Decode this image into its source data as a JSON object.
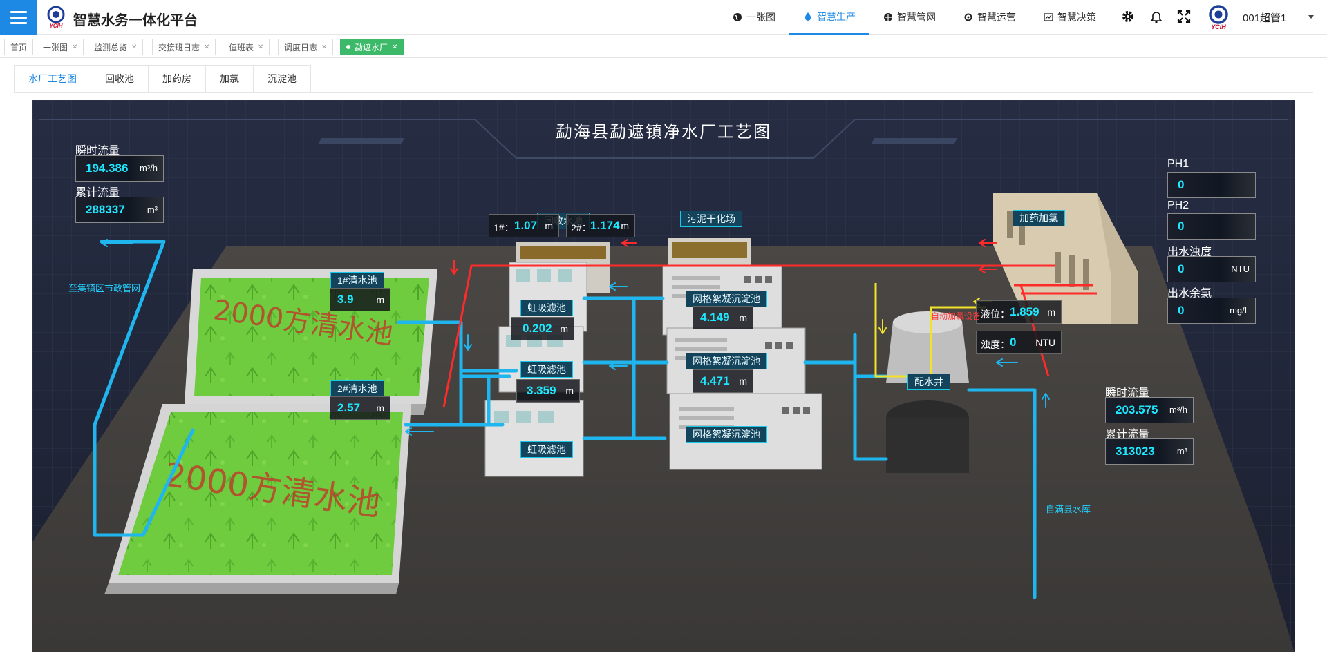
{
  "header": {
    "app_title": "智慧水务一体化平台",
    "nav": [
      {
        "label": "一张图",
        "icon": "globe-icon"
      },
      {
        "label": "智慧生产",
        "icon": "drop-icon",
        "active": true
      },
      {
        "label": "智慧管网",
        "icon": "network-icon"
      },
      {
        "label": "智慧运营",
        "icon": "cog-icon"
      },
      {
        "label": "智慧决策",
        "icon": "chart-icon"
      }
    ],
    "tools": [
      "settings-icon",
      "bell-icon",
      "fullscreen-icon"
    ],
    "user": "001超管1"
  },
  "tags": [
    {
      "label": "首页"
    },
    {
      "label": "一张图"
    },
    {
      "label": "监测总览"
    },
    {
      "label": "交接班日志"
    },
    {
      "label": "值班表"
    },
    {
      "label": "调度日志"
    },
    {
      "label": "勐遮水厂",
      "active": true
    }
  ],
  "subtabs": [
    "水厂工艺图",
    "回收池",
    "加药房",
    "加氯",
    "沉淀池"
  ],
  "diagram": {
    "title": "勐海县勐遮镇净水厂工艺图",
    "left_flow": {
      "instant_label": "瞬时流量",
      "instant_value": "194.386",
      "instant_unit": "m³/h",
      "total_label": "累计流量",
      "total_value": "288337",
      "total_unit": "m³"
    },
    "right_flow": {
      "instant_label": "瞬时流量",
      "instant_value": "203.575",
      "instant_unit": "m³/h",
      "total_label": "累计流量",
      "total_value": "313023",
      "total_unit": "m³"
    },
    "quality": [
      {
        "label": "PH1",
        "value": "0",
        "unit": ""
      },
      {
        "label": "PH2",
        "value": "0",
        "unit": ""
      },
      {
        "label": "出水浊度",
        "value": "0",
        "unit": "NTU"
      },
      {
        "label": "出水余氯",
        "value": "0",
        "unit": "mg/L"
      }
    ],
    "facilities": {
      "recycle_pool": "回收水池",
      "sludge_yard": "污泥干化场",
      "dosing": "加药加氯",
      "clear_pool_1": "1#清水池",
      "clear_pool_2": "2#清水池",
      "siphon_filter": "虹吸滤池",
      "sedimentation": "网格絮凝沉淀池",
      "distribution_well": "配水井"
    },
    "pool_painted_text": "2000方清水池",
    "readings": {
      "recycle_1_label": "1#：",
      "recycle_1_value": "1.07",
      "recycle_1_unit": "m",
      "recycle_2_label": "2#：",
      "recycle_2_value": "1.174",
      "recycle_2_unit": "m",
      "clear_1_value": "3.9",
      "clear_1_unit": "m",
      "clear_2_value": "2.57",
      "clear_2_unit": "m",
      "filter_1_value": "0.202",
      "filter_1_unit": "m",
      "filter_2_value": "3.359",
      "filter_2_unit": "m",
      "sed_1_value": "4.149",
      "sed_1_unit": "m",
      "sed_2_value": "4.471",
      "sed_2_unit": "m",
      "well_level_label": "液位：",
      "well_level_value": "1.859",
      "well_level_unit": "m",
      "well_turbidity_label": "浊度：",
      "well_turbidity_value": "0",
      "well_turbidity_unit": "NTU"
    },
    "notes": {
      "to_town": "至集镇区市政管网",
      "auto_dosing": "自动加氯设备",
      "from_reservoir": "自满县水库"
    },
    "colors": {
      "pipe_water": "#1fb6f0",
      "pipe_chem": "#ff2a2a",
      "pipe_yellow": "#f2e22a",
      "label_border": "#19c8e8",
      "value": "#1ee8ff"
    }
  }
}
